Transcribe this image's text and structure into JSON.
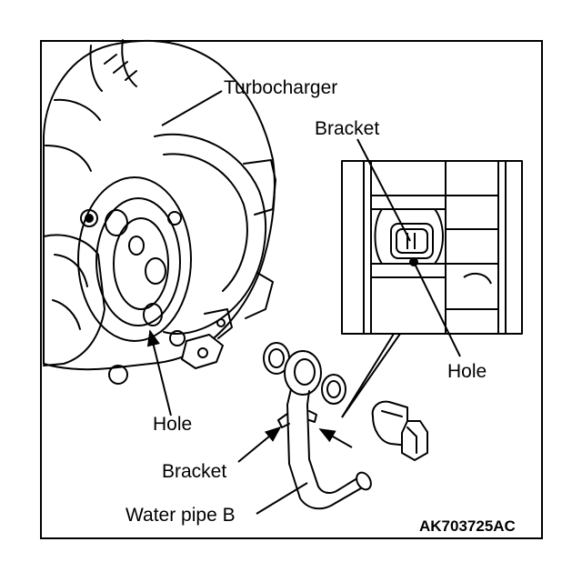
{
  "labels": {
    "turbocharger": "Turbocharger",
    "bracket_inset": "Bracket",
    "hole_inset": "Hole",
    "hole_turbo": "Hole",
    "bracket_pipe": "Bracket",
    "water_pipe": "Water pipe B"
  },
  "figure_code": "AK703725AC"
}
